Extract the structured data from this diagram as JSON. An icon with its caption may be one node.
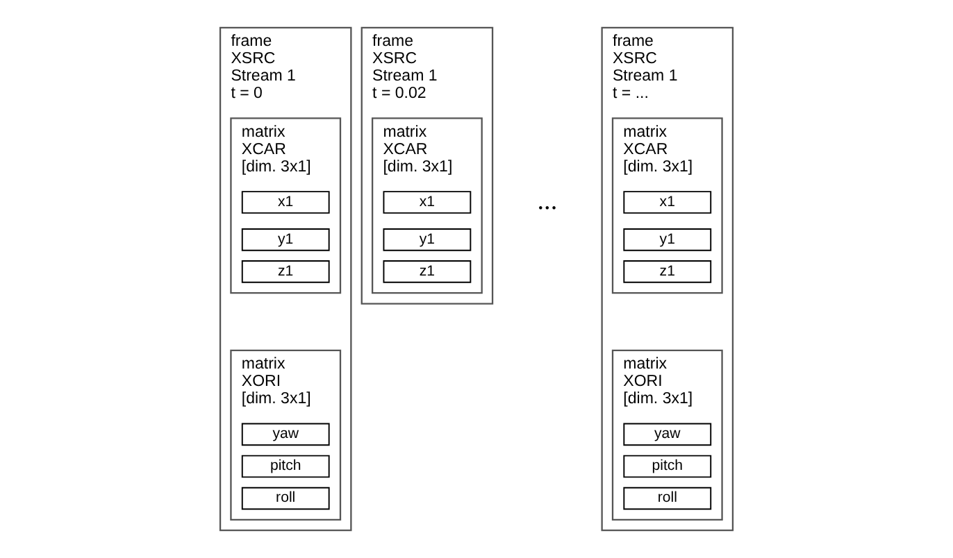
{
  "diagram": {
    "nodes": [
      {
        "text": [
          "frame",
          "XSRC",
          "Stream 1",
          "t = 0"
        ]
      },
      {
        "text": [
          "matrix",
          "XCAR",
          "[dim. 3x1]"
        ],
        "in": 0
      },
      {
        "text": [
          "x1"
        ],
        "in": 1
      },
      {
        "text": [
          "y1"
        ],
        "in": 1
      },
      {
        "text": [
          "z1"
        ],
        "in": 1
      },
      {
        "text": [
          "matrix",
          "XORI",
          "[dim. 3x1]"
        ],
        "in": 0
      },
      {
        "text": [
          "yaw"
        ],
        "in": 5
      },
      {
        "text": [
          "pitch"
        ],
        "in": 5
      },
      {
        "text": [
          "roll"
        ],
        "in": 5
      },
      {
        "text": [
          "frame",
          "XSRC",
          "Stream 1",
          "t = 0.02"
        ]
      },
      {
        "text": [
          "matrix",
          "XCAR",
          "[dim. 3x1]"
        ],
        "in": 9
      },
      {
        "text": [
          "x1"
        ],
        "in": 10
      },
      {
        "text": [
          "y1"
        ],
        "in": 10
      },
      {
        "text": [
          "z1"
        ],
        "in": 10
      },
      {
        "text": [
          "frame",
          "XSRC",
          "Stream 1",
          "t = ..."
        ]
      },
      {
        "text": [
          "matrix",
          "XCAR",
          "[dim. 3x1]"
        ],
        "in": 14
      },
      {
        "text": [
          "x1"
        ],
        "in": 15
      },
      {
        "text": [
          "y1"
        ],
        "in": 15
      },
      {
        "text": [
          "z1"
        ],
        "in": 15
      },
      {
        "text": [
          "matrix",
          "XORI",
          "[dim. 3x1]"
        ],
        "in": 14
      },
      {
        "text": [
          "yaw"
        ],
        "in": 19
      },
      {
        "text": [
          "pitch"
        ],
        "in": 19
      },
      {
        "text": [
          "roll"
        ],
        "in": 19
      }
    ],
    "labels": [
      "..."
    ]
  }
}
